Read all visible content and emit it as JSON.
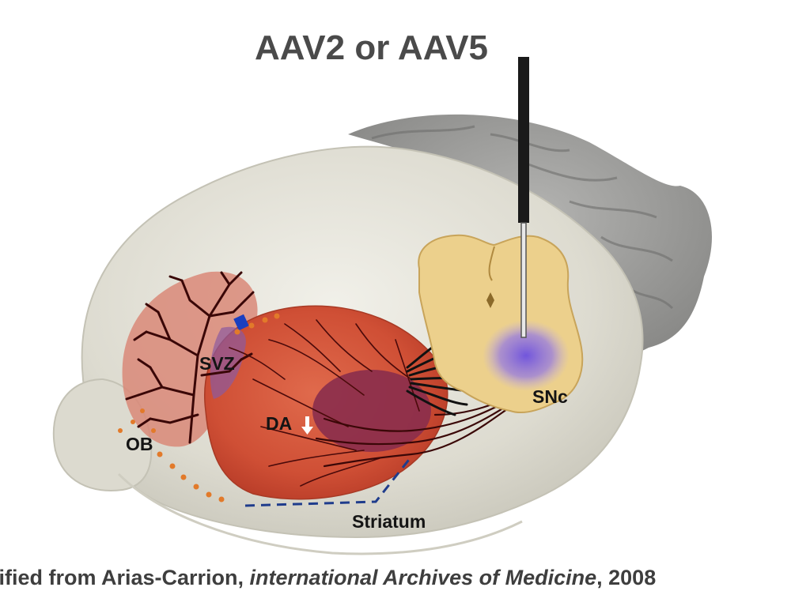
{
  "title": "AAV2 or AAV5",
  "labels": {
    "svz": "SVZ",
    "da": "DA",
    "ob": "OB",
    "snc": "SNc",
    "striatum": "Striatum"
  },
  "caption": {
    "prefix": "dified from Arias-Carrion, ",
    "journal": "international Archives of Medicine",
    "suffix": ", 2008"
  },
  "colors": {
    "brain": "#e6e4da",
    "cortex_gray": "#9c9c9c",
    "striatum_red": "#d9573d",
    "midbrain_yellow": "#ecd08c",
    "injection_purple": "#7d5fe0",
    "fiber_dark": "#4a0a0a",
    "dashed_blue": "#1f3c8c",
    "dot_orange": "#e27a2a"
  }
}
